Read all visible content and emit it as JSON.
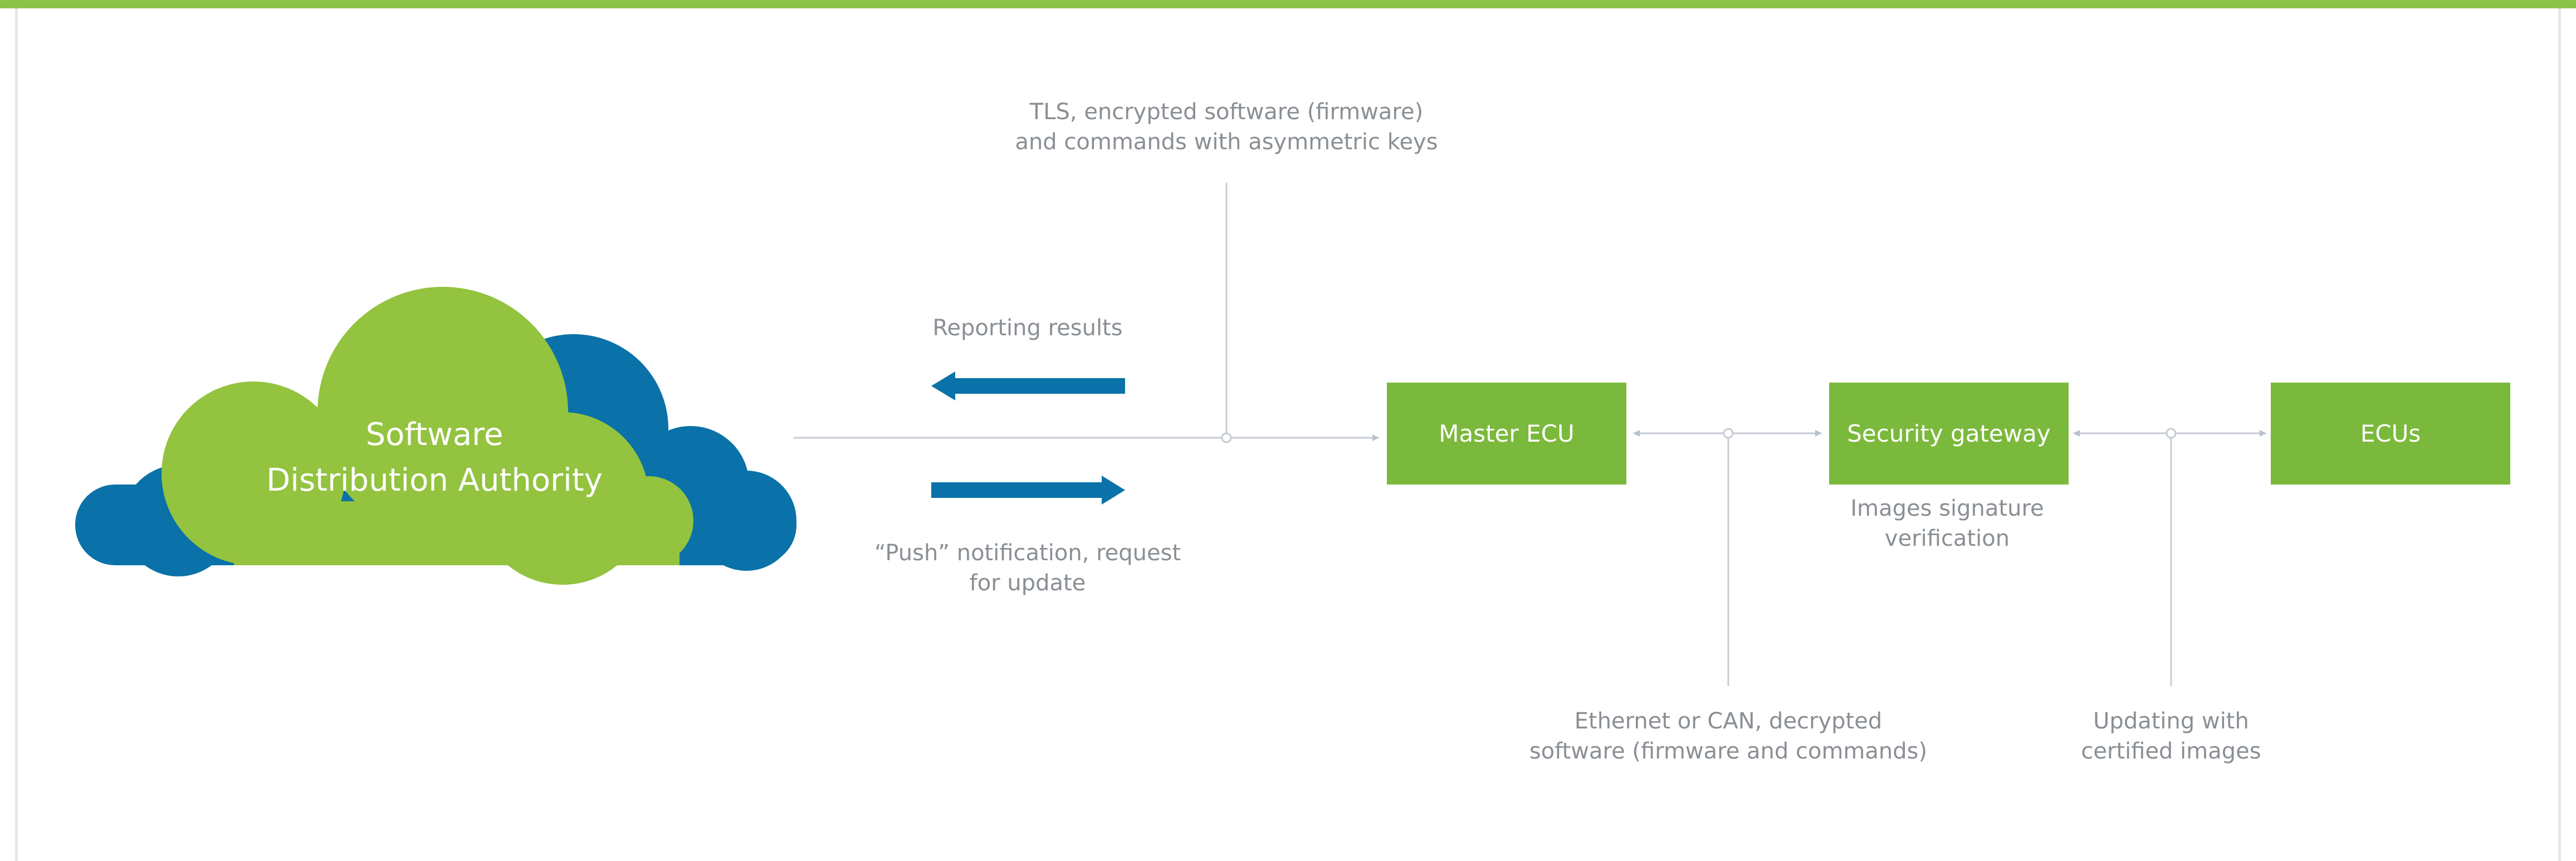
{
  "colors": {
    "accent_green": "#8bc34a",
    "box_green": "#7bb93c",
    "cloud_blue": "#0a72a8",
    "label_gray": "#8a8f94",
    "line_gray": "#c6cbd4"
  },
  "cloud": {
    "line1": "Software",
    "line2": "Distribution Authority"
  },
  "labels": {
    "tls_line1": "TLS, encrypted software (firmware)",
    "tls_line2": "and commands with asymmetric keys",
    "reporting": "Reporting results",
    "push_line1": "“Push” notification, request",
    "push_line2": "for update",
    "images_sig_line1": "Images signature",
    "images_sig_line2": "verification",
    "ethernet_line1": "Ethernet or CAN, decrypted",
    "ethernet_line2": "software (firmware and commands)",
    "updating_line1": "Updating with",
    "updating_line2": "certified images"
  },
  "boxes": {
    "master_ecu": "Master ECU",
    "security_gateway": "Security gateway",
    "ecus": "ECUs"
  }
}
